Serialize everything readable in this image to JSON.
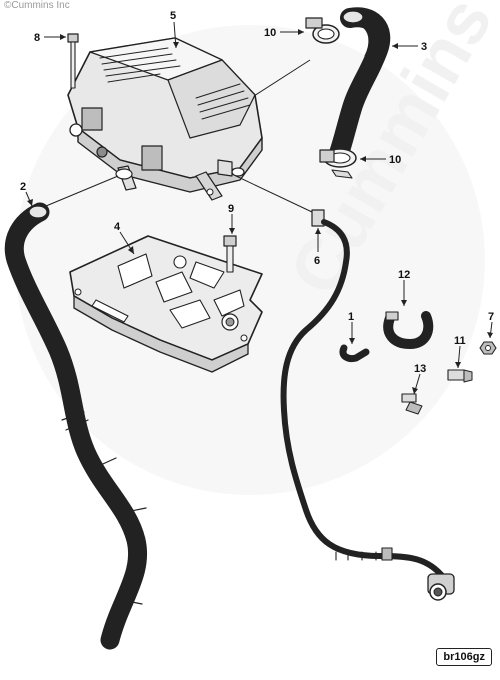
{
  "copyright": "©Cummins Inc",
  "watermark": "Cummins",
  "reference_code": "br106gz",
  "callouts": [
    {
      "id": "8",
      "label": "8"
    },
    {
      "id": "5",
      "label": "5"
    },
    {
      "id": "10a",
      "label": "10"
    },
    {
      "id": "3",
      "label": "3"
    },
    {
      "id": "10b",
      "label": "10"
    },
    {
      "id": "2",
      "label": "2"
    },
    {
      "id": "4",
      "label": "4"
    },
    {
      "id": "9",
      "label": "9"
    },
    {
      "id": "6",
      "label": "6"
    },
    {
      "id": "12",
      "label": "12"
    },
    {
      "id": "1",
      "label": "1"
    },
    {
      "id": "7",
      "label": "7"
    },
    {
      "id": "11",
      "label": "11"
    },
    {
      "id": "13",
      "label": "13"
    }
  ]
}
